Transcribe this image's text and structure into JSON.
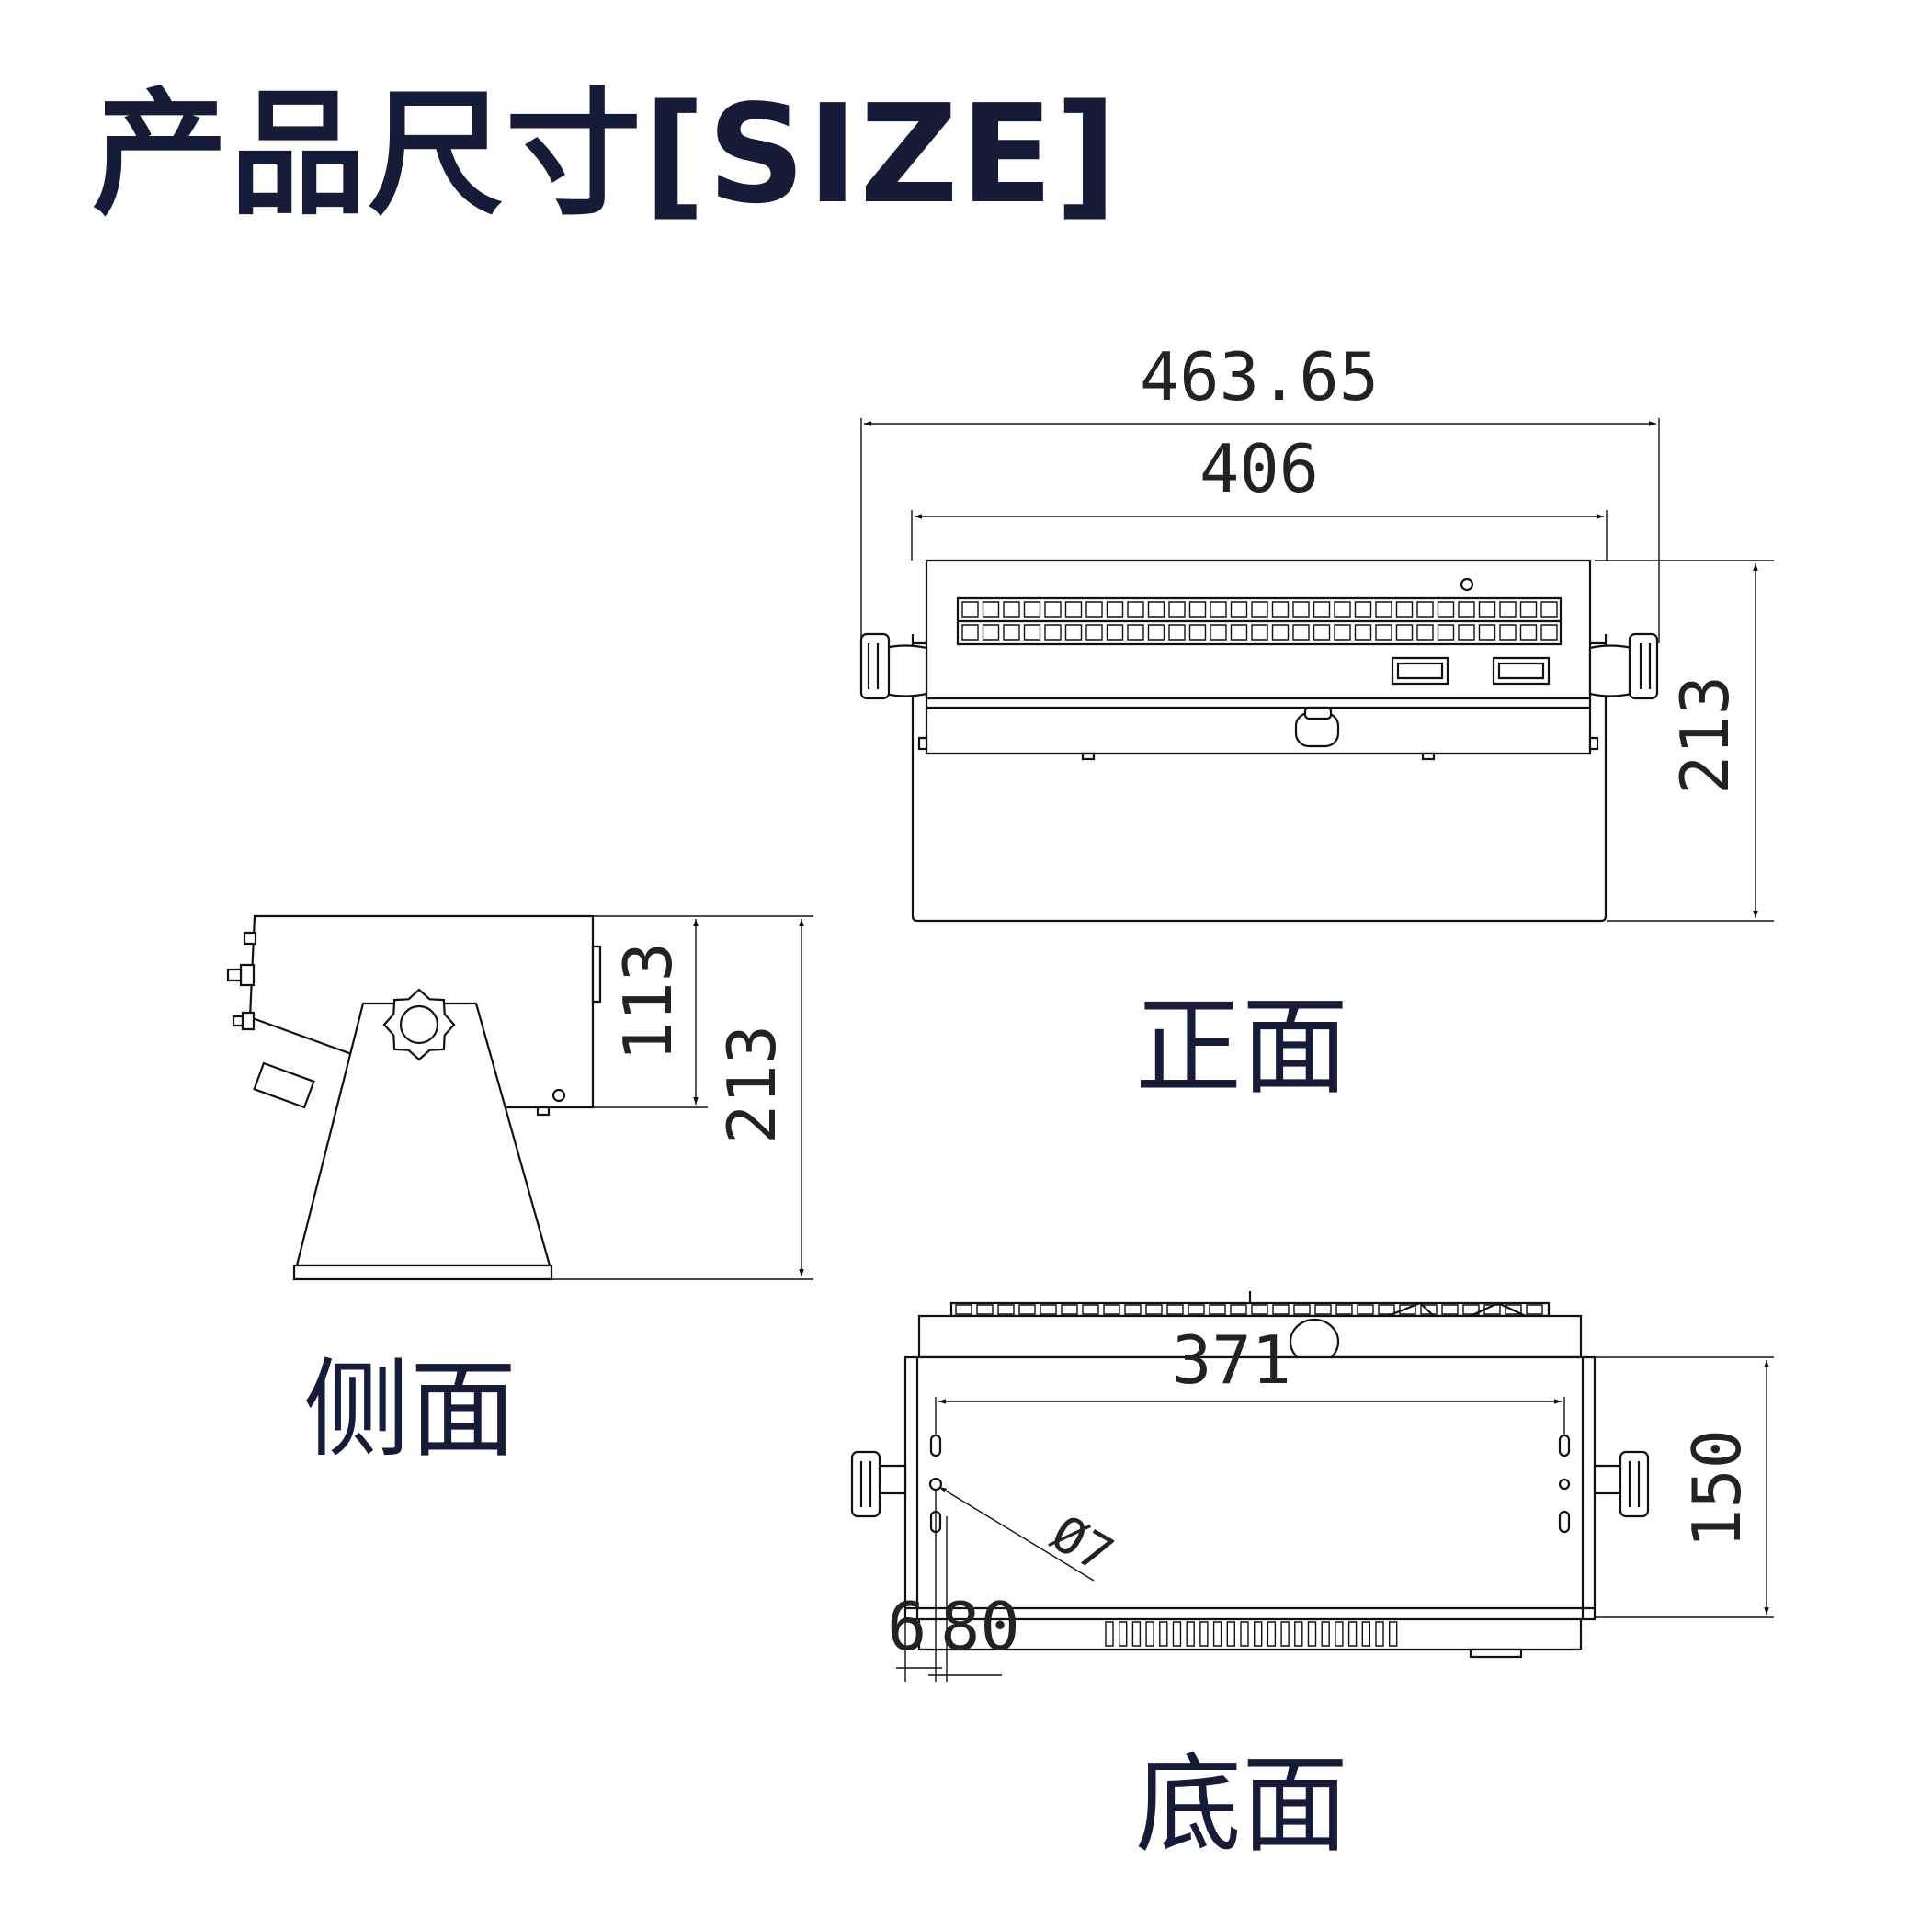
{
  "title": "产品尺寸[SIZE]",
  "views": {
    "front": "正面",
    "side": "侧面",
    "bottom": "底面"
  },
  "dimensions": {
    "front_overall_width": "463.65",
    "front_body_width": "406",
    "front_height": "213",
    "side_body_height": "113",
    "side_total_height": "213",
    "bottom_hole_spacing": "371",
    "bottom_depth": "150",
    "bottom_hole_diameter": "Ø7",
    "bottom_offset_a": "6",
    "bottom_offset_b": "80"
  },
  "colors": {
    "title": "#161c38",
    "lines": "#111111"
  }
}
